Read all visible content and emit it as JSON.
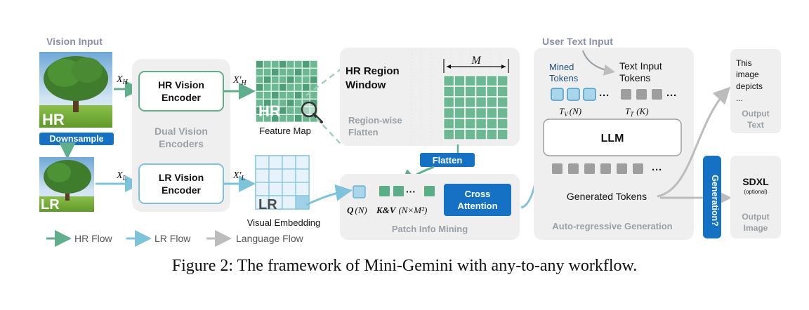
{
  "colors": {
    "hr_flow": "#5fae8c",
    "lr_flow": "#7ec3dc",
    "language_flow": "#bcbcbc",
    "panel_gray": "#efefef",
    "pill_blue": "#1571c4",
    "label_gray": "#9aa0a6",
    "text_dark": "#111111"
  },
  "vision_input": {
    "title": "Vision Input",
    "hr_label": "HR",
    "lr_label": "LR",
    "downsample": "Downsample"
  },
  "encoders": {
    "x_h": "X",
    "x_h_sub": "H",
    "x_l": "X",
    "x_l_sub": "L",
    "hr_encoder_line1": "HR Vision",
    "hr_encoder_line2": "Encoder",
    "lr_encoder_line1": "LR Vision",
    "lr_encoder_line2": "Encoder",
    "group_line1": "Dual Vision",
    "group_line2": "Encoders",
    "x_h_prime": "X'",
    "x_h_prime_sub": "H",
    "x_l_prime": "X'",
    "x_l_prime_sub": "L"
  },
  "feature_map": {
    "label": "Feature Map",
    "grid_label": "HR"
  },
  "visual_embedding": {
    "label": "Visual Embedding",
    "grid_label": "LR"
  },
  "hr_region": {
    "title_line1": "HR Region",
    "title_line2": "Window",
    "m_label": "M",
    "flatten_line1": "Region-wise",
    "flatten_line2": "Flatten",
    "flatten_pill": "Flatten"
  },
  "patch_mining": {
    "q_label": "Q",
    "q_arg": "(N)",
    "kv_label": "K&V",
    "kv_arg": "(N×M²)",
    "cross_line1": "Cross",
    "cross_line2": "Attention",
    "title": "Patch Info Mining",
    "ellipsis": "···"
  },
  "autoregressive": {
    "user_text_input": "User Text Input",
    "mined_line1": "Mined",
    "mined_line2": "Tokens",
    "text_input_line1": "Text Input",
    "text_input_line2": "Tokens",
    "tv_label": "T",
    "tv_sub": "V",
    "tv_arg": "(N)",
    "tt_label": "T",
    "tt_sub": "T",
    "tt_arg": "(K)",
    "llm": "LLM",
    "generated_tokens": "Generated Tokens",
    "title": "Auto-regressive Generation",
    "ellipsis": "···"
  },
  "generation": {
    "pill": "Generation?"
  },
  "output_text": {
    "line1": "This",
    "line2": "image",
    "line3": "depicts",
    "line4": "...",
    "label_line1": "Output",
    "label_line2": "Text"
  },
  "output_image": {
    "name": "SDXL",
    "note": "(optional)",
    "label_line1": "Output",
    "label_line2": "Image"
  },
  "legend": {
    "hr_flow": "HR Flow",
    "lr_flow": "LR Flow",
    "language_flow": "Language Flow"
  },
  "caption": "Figure 2: The framework of Mini-Gemini with any-to-any workflow."
}
